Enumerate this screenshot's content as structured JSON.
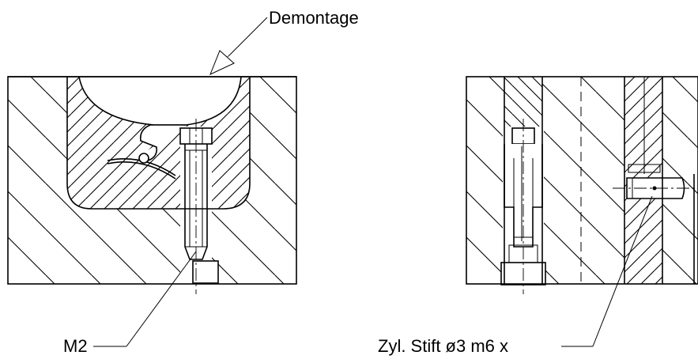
{
  "labels": {
    "demontage": "Demontage",
    "m2": "M2",
    "pin": "Zyl. Stift ø3 m6 x"
  }
}
